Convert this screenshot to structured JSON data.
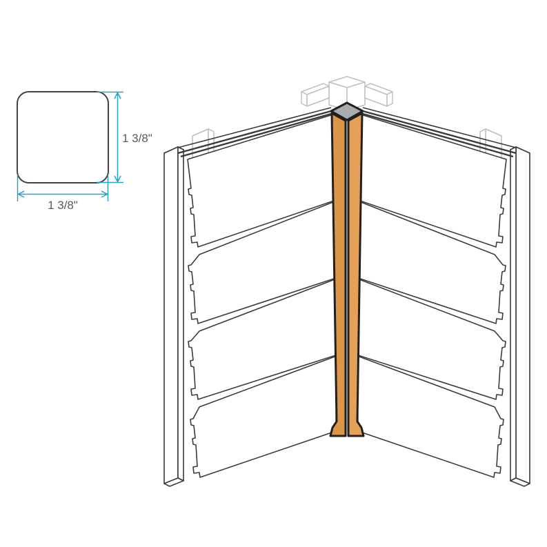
{
  "cross_section": {
    "width_label": "1 3/8\"",
    "height_label": "1 3/8\""
  },
  "illustration": {
    "part": "inside-corner-post",
    "panels_per_wall": 4
  },
  "colors": {
    "background": "#FFFFFF",
    "line": "#3A3A3C",
    "light_gray": "#BDBFC1",
    "post_outline": "#231F20",
    "post_left": "#DC964A",
    "post_right": "#E4A157",
    "cap": "#A9ABAE",
    "dim": "#2AA0C2",
    "dim_text": "#58595B",
    "profile_outline": "#414042"
  }
}
